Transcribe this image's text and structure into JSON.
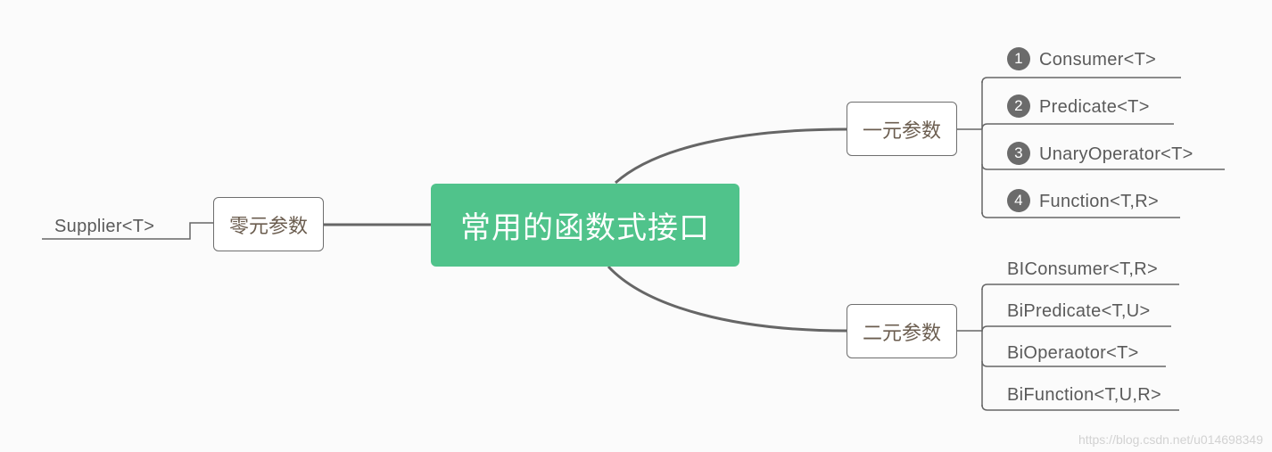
{
  "central": {
    "label": "常用的函数式接口"
  },
  "branches": {
    "zero": {
      "label": "零元参数",
      "leaves": [
        "Supplier<T>"
      ]
    },
    "one": {
      "label": "一元参数",
      "leaves": [
        {
          "marker": "1",
          "label": "Consumer<T>"
        },
        {
          "marker": "2",
          "label": "Predicate<T>"
        },
        {
          "marker": "3",
          "label": "UnaryOperator<T>"
        },
        {
          "marker": "4",
          "label": "Function<T,R>"
        }
      ]
    },
    "two": {
      "label": "二元参数",
      "leaves": [
        "BIConsumer<T,R>",
        "BiPredicate<T,U>",
        "BiOperaotor<T>",
        "BiFunction<T,U,R>"
      ]
    }
  },
  "watermark": "https://blog.csdn.net/u014698349",
  "colors": {
    "central": "#50c38b",
    "line": "#666666",
    "marker": "#6b6b6b"
  }
}
